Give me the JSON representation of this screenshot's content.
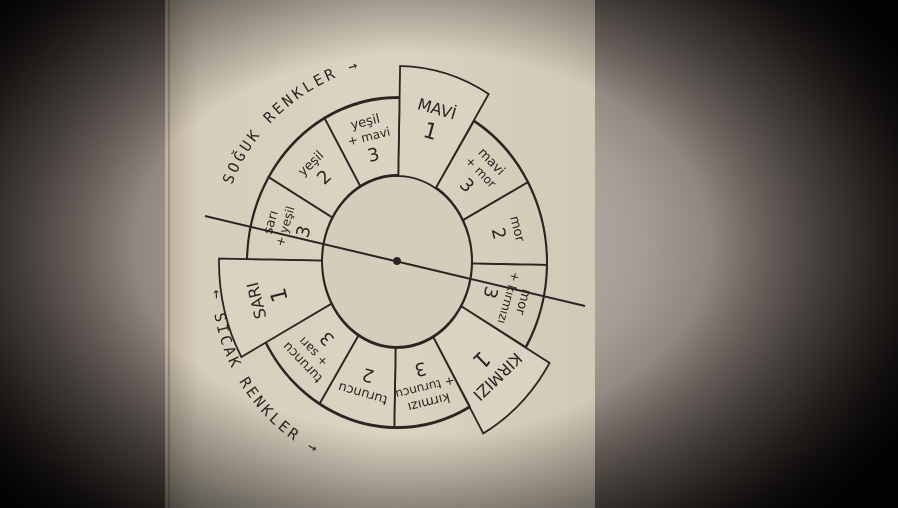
{
  "diagram": {
    "cool_label": "SOĞUK RENKLER →",
    "warm_label": "← SICAK RENKLER →",
    "segments": [
      {
        "color": "MAVİ",
        "mix": "",
        "number": "1"
      },
      {
        "color": "mavi",
        "mix": "+ mor",
        "number": "3"
      },
      {
        "color": "mor",
        "mix": "",
        "number": "2"
      },
      {
        "color": "mor",
        "mix": "+ kırmızı",
        "number": "3"
      },
      {
        "color": "KIRMIZI",
        "mix": "",
        "number": "1"
      },
      {
        "color": "kırmızı",
        "mix": "+ turuncu",
        "number": "3"
      },
      {
        "color": "turuncu",
        "mix": "",
        "number": "2"
      },
      {
        "color": "turuncu",
        "mix": "+ sarı",
        "number": "3"
      },
      {
        "color": "SARI",
        "mix": "",
        "number": "1"
      },
      {
        "color": "sarı",
        "mix": "+ yeşil",
        "number": "3"
      },
      {
        "color": "yeşil",
        "mix": "",
        "number": "2"
      },
      {
        "color": "yeşil",
        "mix": "+ mavi",
        "number": "3"
      }
    ]
  }
}
